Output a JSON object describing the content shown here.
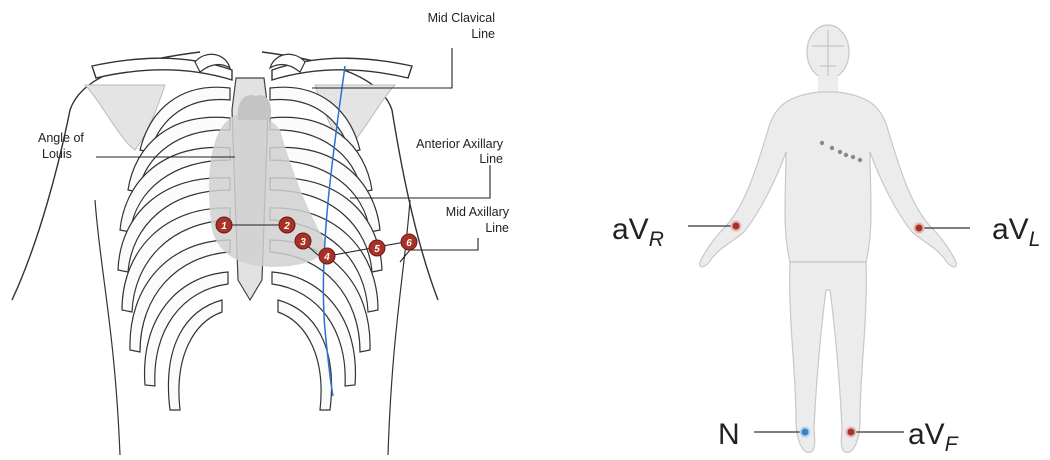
{
  "chest_labels": {
    "mid_clavical_line_1": "Mid Clavical",
    "mid_clavical_line_2": "Line",
    "angle_of_louis_1": "Angle of",
    "angle_of_louis_2": "Louis",
    "anterior_axillary_1": "Anterior Axillary",
    "anterior_axillary_2": "Line",
    "mid_axillary_1": "Mid Axillary",
    "mid_axillary_2": "Line"
  },
  "precordial_electrodes": [
    "1",
    "2",
    "3",
    "4",
    "5",
    "6"
  ],
  "limb_leads": {
    "avr_main": "aV",
    "avr_sub": "R",
    "avl_main": "aV",
    "avl_sub": "L",
    "n": "N",
    "avf_main": "aV",
    "avf_sub": "F"
  },
  "colors": {
    "electrode": "#a83227",
    "neutral_electrode": "#3b82c4",
    "mid_clavicular_line": "#2f6fd1",
    "heart_fill": "#d0d0d0",
    "body_fill": "#ececec"
  }
}
